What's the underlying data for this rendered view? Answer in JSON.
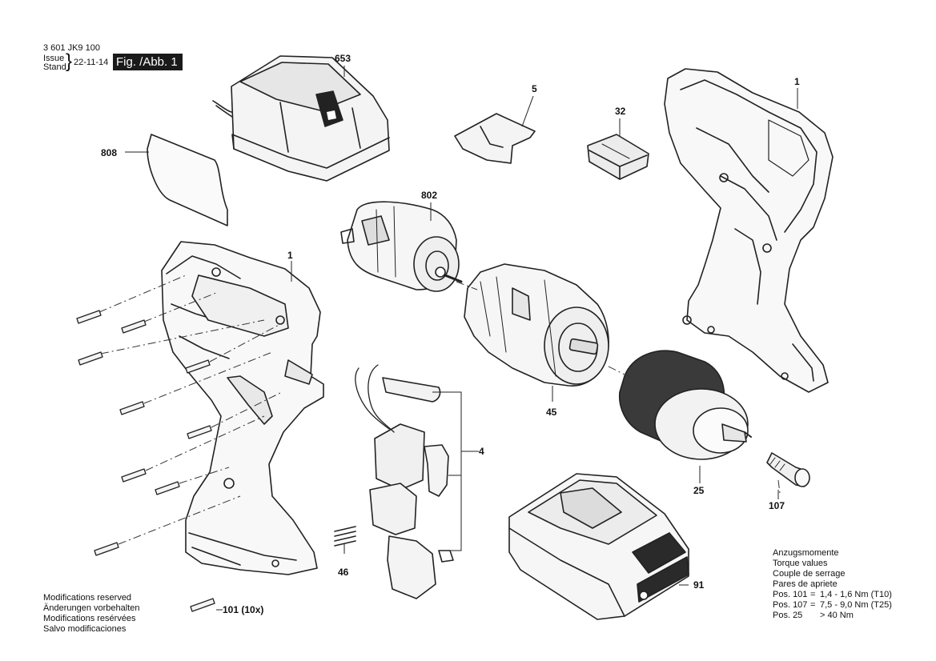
{
  "header": {
    "doc_number": "3 601 JK9 100",
    "issue_label": "Issue",
    "stand_label": "Stand",
    "date": "22-11-14",
    "figure_label": "Fig. /Abb. 1"
  },
  "callouts": {
    "c653": "653",
    "c5": "5",
    "c32": "32",
    "c1_top": "1",
    "c808": "808",
    "c802": "802",
    "c1_left": "1",
    "c4": "4",
    "c45": "45",
    "c25": "25",
    "c107": "107",
    "c46": "46",
    "c91": "91",
    "c101": "101 (10x)"
  },
  "modifications": [
    "Modifications reserved",
    "Änderungen vorbehalten",
    "Modifications resérvées",
    "Salvo modificaciones"
  ],
  "torque": {
    "titles": [
      "Anzugsmomente",
      "Torque values",
      "Couple de serrage",
      "Pares de apriete"
    ],
    "rows": [
      {
        "pos": "Pos. 101",
        "sep": "=",
        "value": "1,4 - 1,6 Nm",
        "tool": "(T10)"
      },
      {
        "pos": "Pos. 107",
        "sep": "=",
        "value": "7,5 - 9,0 Nm",
        "tool": "(T25)"
      },
      {
        "pos": "Pos. 25",
        "sep": "",
        "value": "> 40 Nm",
        "tool": ""
      }
    ]
  }
}
